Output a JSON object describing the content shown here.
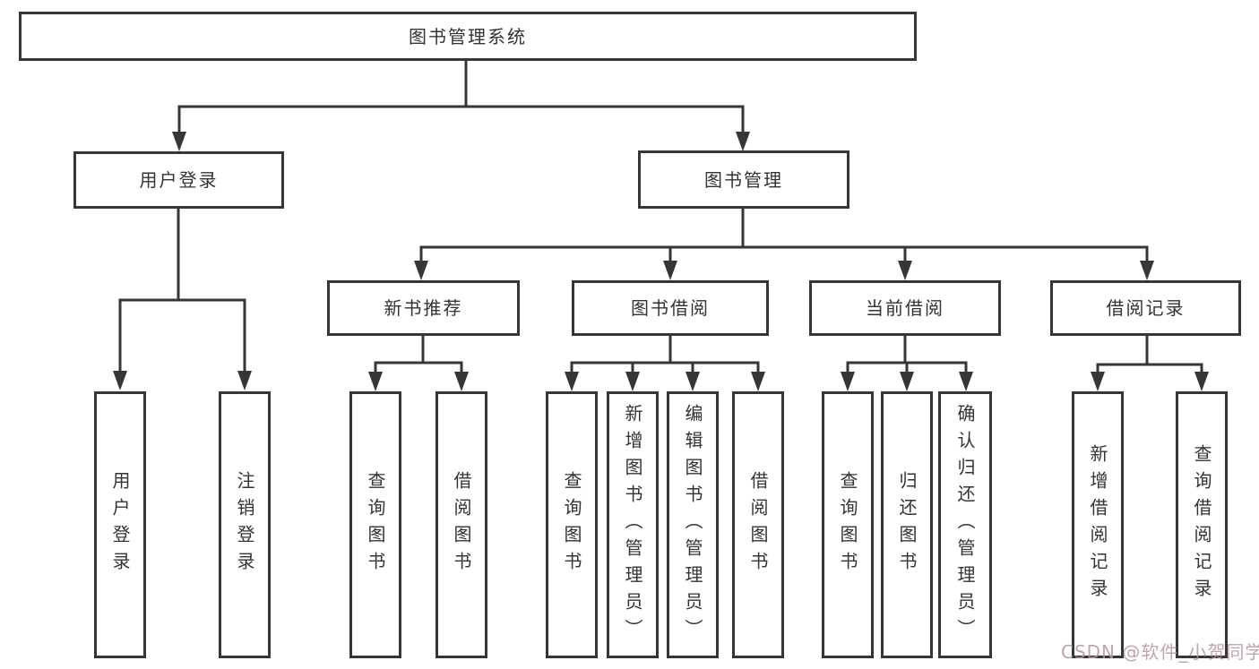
{
  "diagram": {
    "title": "图书管理系统",
    "nodes": {
      "root": {
        "label": "图书管理系统"
      },
      "level2": [
        {
          "id": "user-login",
          "label": "用户登录"
        },
        {
          "id": "book-management",
          "label": "图书管理"
        }
      ],
      "level3": [
        {
          "id": "new-book-recommend",
          "label": "新书推荐",
          "parent": "book-management"
        },
        {
          "id": "book-borrow",
          "label": "图书借阅",
          "parent": "book-management"
        },
        {
          "id": "current-borrow",
          "label": "当前借阅",
          "parent": "book-management"
        },
        {
          "id": "borrow-records",
          "label": "借阅记录",
          "parent": "book-management"
        }
      ],
      "leaves": [
        {
          "parent": "user-login",
          "label": "用户登录"
        },
        {
          "parent": "user-login",
          "label": "注销登录"
        },
        {
          "parent": "new-book-recommend",
          "label": "查询图书"
        },
        {
          "parent": "new-book-recommend",
          "label": "借阅图书"
        },
        {
          "parent": "book-borrow",
          "label": "查询图书"
        },
        {
          "parent": "book-borrow",
          "label": "新增图书（管理员）"
        },
        {
          "parent": "book-borrow",
          "label": "编辑图书（管理员）"
        },
        {
          "parent": "book-borrow",
          "label": "借阅图书"
        },
        {
          "parent": "current-borrow",
          "label": "查询图书"
        },
        {
          "parent": "current-borrow",
          "label": "归还图书"
        },
        {
          "parent": "current-borrow",
          "label": "确认归还（管理员）"
        },
        {
          "parent": "borrow-records",
          "label": "新增借阅记录"
        },
        {
          "parent": "borrow-records",
          "label": "查询借阅记录"
        }
      ]
    },
    "colors": {
      "line": "#363636",
      "text": "#333333",
      "background": "#ffffff",
      "watermark": "#ba929b"
    }
  },
  "watermark": {
    "text": "CSDN @软件_小贺同学"
  }
}
